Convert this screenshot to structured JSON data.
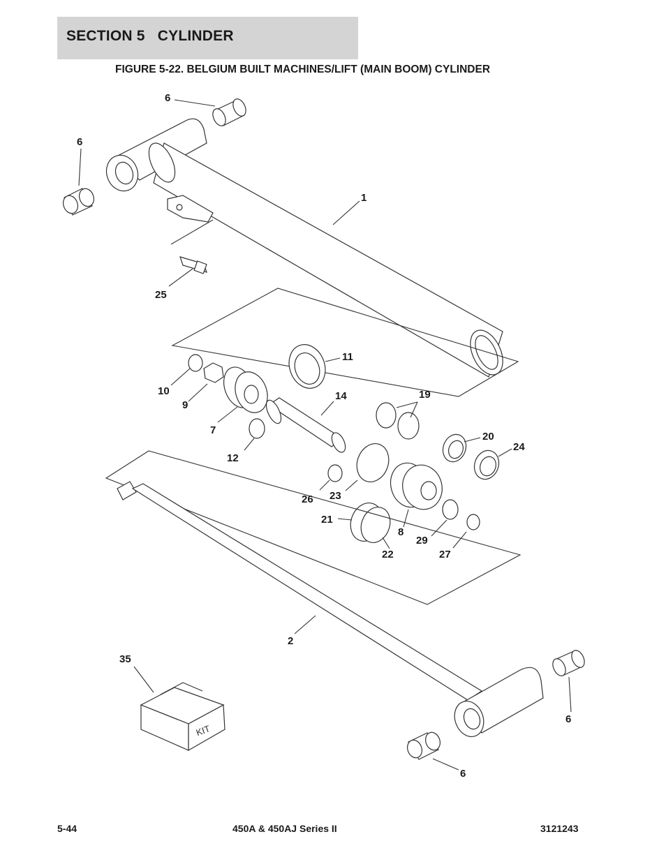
{
  "header": {
    "section": "SECTION 5   CYLINDER",
    "figure_title": "FIGURE 5-22. BELGIUM BUILT MACHINES/LIFT (MAIN BOOM) CYLINDER"
  },
  "callouts": [
    {
      "id": "c6a",
      "label": "6"
    },
    {
      "id": "c6b",
      "label": "6"
    },
    {
      "id": "c1",
      "label": "1"
    },
    {
      "id": "c25",
      "label": "25"
    },
    {
      "id": "c11",
      "label": "11"
    },
    {
      "id": "c10",
      "label": "10"
    },
    {
      "id": "c9",
      "label": "9"
    },
    {
      "id": "c14",
      "label": "14"
    },
    {
      "id": "c19",
      "label": "19"
    },
    {
      "id": "c7",
      "label": "7"
    },
    {
      "id": "c12",
      "label": "12"
    },
    {
      "id": "c20",
      "label": "20"
    },
    {
      "id": "c24",
      "label": "24"
    },
    {
      "id": "c26",
      "label": "26"
    },
    {
      "id": "c23",
      "label": "23"
    },
    {
      "id": "c21",
      "label": "21"
    },
    {
      "id": "c8",
      "label": "8"
    },
    {
      "id": "c29",
      "label": "29"
    },
    {
      "id": "c22",
      "label": "22"
    },
    {
      "id": "c27",
      "label": "27"
    },
    {
      "id": "c2",
      "label": "2"
    },
    {
      "id": "c35",
      "label": "35"
    },
    {
      "id": "c6c",
      "label": "6"
    },
    {
      "id": "c6d",
      "label": "6"
    }
  ],
  "kit_label": "KIT",
  "footer": {
    "left": "5-44",
    "center": "450A & 450AJ Series II",
    "right": "3121243"
  }
}
